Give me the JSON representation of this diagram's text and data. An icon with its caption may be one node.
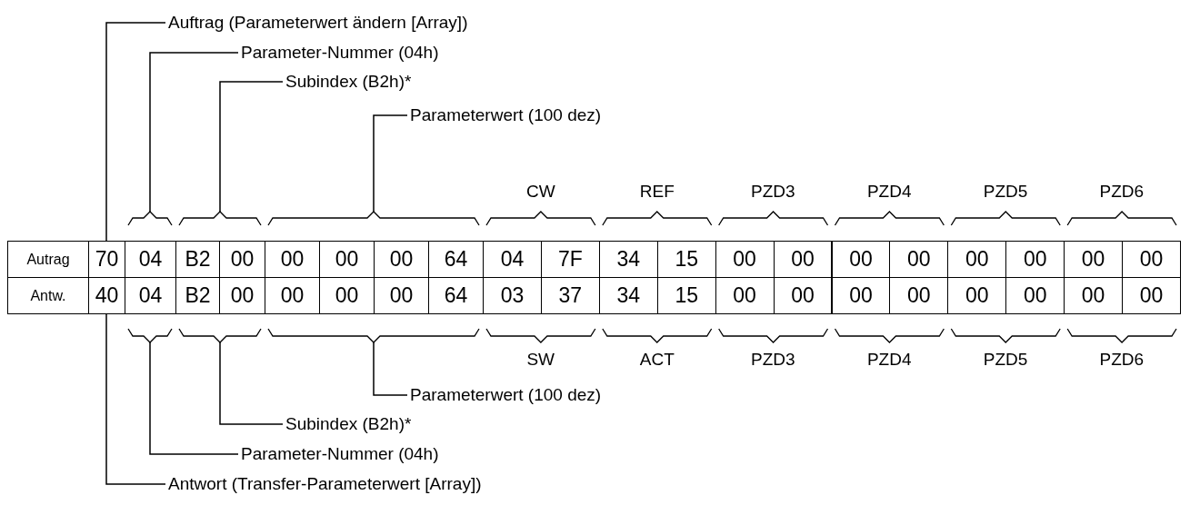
{
  "diagram": {
    "nodes": [
      {
        "text": [
          "Auftrag (Parameterwert ändern [Array])"
        ]
      },
      {
        "text": [
          "Parameter-Nummer (04h)"
        ]
      },
      {
        "text": [
          "Subindex (B2h)*"
        ]
      },
      {
        "text": [
          "Parameterwert (100 dez)"
        ]
      },
      {
        "text": [
          "Parameterwert (100 dez)"
        ]
      },
      {
        "text": [
          "Subindex (B2h)*"
        ]
      },
      {
        "text": [
          "Parameter-Nummer (04h)"
        ]
      },
      {
        "text": [
          "Antwort (Transfer-Parameterwert [Array])"
        ]
      },
      {
        "text": [],
        "shape": "bracket"
      },
      {
        "text": [],
        "shape": "bracket"
      },
      {
        "text": [],
        "shape": "bracket"
      },
      {
        "text": [
          "70"
        ]
      },
      {
        "text": [
          "40"
        ]
      },
      {
        "text": [],
        "shape": "bracket"
      },
      {
        "text": [],
        "shape": "bracket"
      },
      {
        "text": [],
        "shape": "bracket"
      }
    ],
    "edges": [
      {
        "from": 0,
        "to": 11,
        "arrow": "none"
      },
      {
        "from": 1,
        "to": 8,
        "arrow": "none"
      },
      {
        "from": 2,
        "to": 9,
        "arrow": "none"
      },
      {
        "from": 3,
        "to": 10,
        "arrow": "none"
      },
      {
        "from": 4,
        "to": 15,
        "arrow": "none"
      },
      {
        "from": 5,
        "to": 14,
        "arrow": "none"
      },
      {
        "from": 6,
        "to": 13,
        "arrow": "none"
      },
      {
        "from": 7,
        "to": 12,
        "arrow": "none"
      }
    ],
    "labels": [
      "CW",
      "REF",
      "PZD3",
      "PZD4",
      "PZD5",
      "PZD6",
      "Autrag",
      "04",
      "B2",
      "00",
      "00",
      "00",
      "00",
      "64",
      "04",
      "7F",
      "34",
      "15",
      "00",
      "00",
      "00",
      "00",
      "00",
      "00",
      "00",
      "00",
      "Antw.",
      "04",
      "B2",
      "00",
      "00",
      "00",
      "00",
      "64",
      "03",
      "37",
      "34",
      "15",
      "00",
      "00",
      "00",
      "00",
      "00",
      "00",
      "00",
      "00",
      "SW",
      "ACT",
      "PZD3",
      "PZD4",
      "PZD5",
      "PZD6"
    ]
  }
}
